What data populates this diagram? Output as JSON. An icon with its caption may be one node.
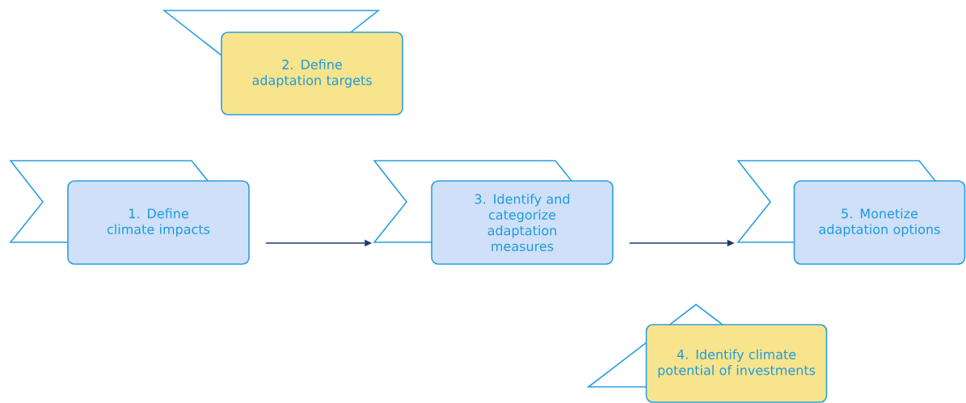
{
  "diagram": {
    "nodes": [
      {
        "text": [
          "2. Define adaptation targets"
        ]
      },
      {
        "text": [
          "1. Define climate impacts"
        ]
      },
      {
        "text": [
          "3. Identify and categorize adaptation measures"
        ]
      },
      {
        "text": [
          "5. Monetize adaptation options"
        ]
      },
      {
        "text": [
          "4. Identify climate potential of investments"
        ]
      }
    ],
    "edges": [
      {
        "from": 1,
        "to": 2,
        "arrow": "to"
      },
      {
        "from": 2,
        "to": 3,
        "arrow": "to"
      }
    ]
  }
}
